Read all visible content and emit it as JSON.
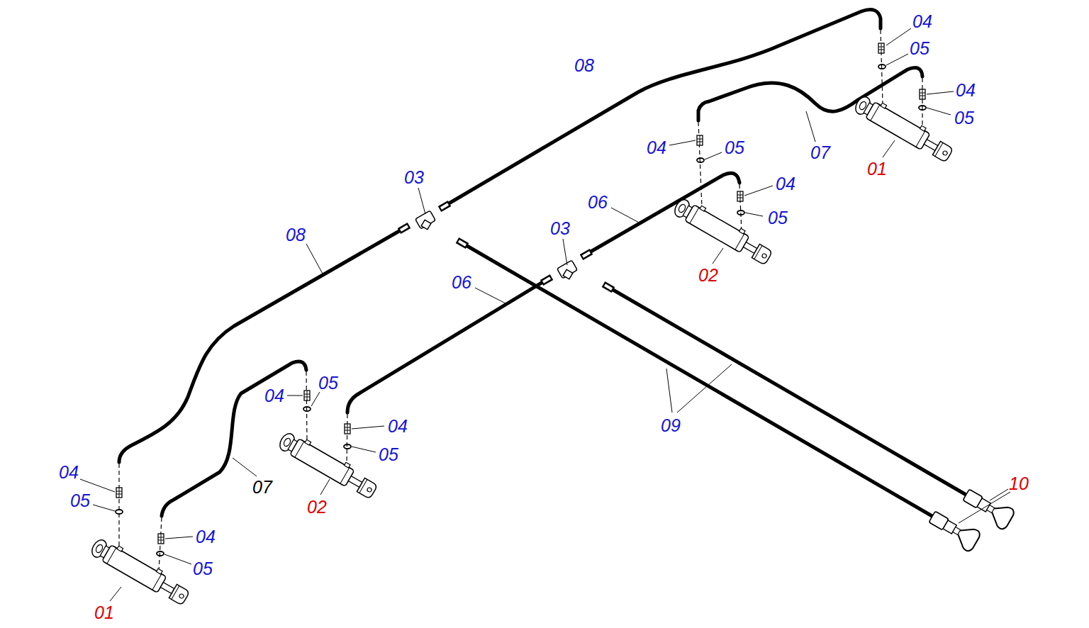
{
  "diagram": {
    "labels": [
      "04",
      "08",
      "05",
      "04",
      "05",
      "07",
      "01",
      "04",
      "05",
      "03",
      "04",
      "06",
      "05",
      "03",
      "08",
      "02",
      "06",
      "05",
      "04",
      "09",
      "04",
      "05",
      "04",
      "10",
      "07",
      "05",
      "02",
      "04",
      "05",
      "01"
    ]
  }
}
